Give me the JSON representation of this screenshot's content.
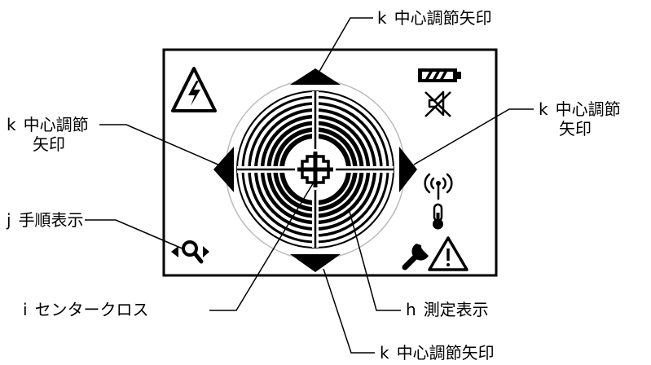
{
  "labels": {
    "k_top": {
      "letter": "k",
      "text": "中心調節矢印"
    },
    "k_left": {
      "letter": "k",
      "line1": "中心調節",
      "line2": "矢印"
    },
    "k_right": {
      "letter": "k",
      "line1": "中心調節",
      "line2": "矢印"
    },
    "j": {
      "letter": "j",
      "text": "手順表示"
    },
    "i": {
      "letter": "i",
      "text": "センタークロス"
    },
    "h": {
      "letter": "h",
      "text": "測定表示"
    },
    "k_bottom": {
      "letter": "k",
      "text": "中心調節矢印"
    }
  },
  "icons": {
    "high_voltage": "high-voltage-warning-icon",
    "battery": "battery-icon",
    "mute": "speaker-muted-icon",
    "signal": "wireless-signal-icon",
    "temperature": "thermometer-icon",
    "wrench": "wrench-icon",
    "caution": "caution-triangle-icon",
    "procedure": "magnifier-procedure-icon"
  },
  "colors": {
    "ink": "#000000",
    "background": "#ffffff",
    "pale_ring": "#bbbbbb"
  }
}
